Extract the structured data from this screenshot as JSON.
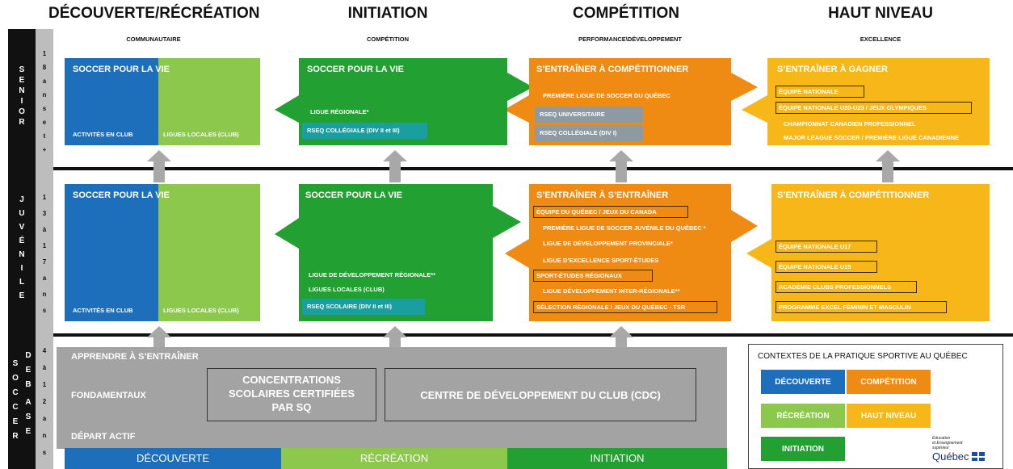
{
  "headers": {
    "col1": "DÉCOUVERTE/RÉCRÉATION",
    "col2": "INITIATION",
    "col3": "COMPÉTITION",
    "col4": "HAUT NIVEAU"
  },
  "subheaders": {
    "col1": "COMMUNAUTAIRE",
    "col2": "COMPÉTITION",
    "col3": "PERFORMANCE\\DÉVELOPPEMENT",
    "col4": "EXCELLENCE"
  },
  "rows": {
    "senior": {
      "label": [
        "S",
        "E",
        "N",
        "I",
        "O",
        "R"
      ],
      "age": [
        "1",
        "8",
        "a",
        "n",
        "s",
        "e",
        "t",
        "+"
      ]
    },
    "juvenile": {
      "label": [
        "J",
        "U",
        "V",
        "É",
        "N",
        "I",
        "L",
        "E"
      ],
      "age": [
        "1",
        "3",
        "à",
        "1",
        "7",
        "a",
        "n",
        "s"
      ]
    },
    "base": {
      "label1": [
        "S",
        "O",
        "C",
        "C",
        "E",
        "R"
      ],
      "label2": [
        "D",
        "E",
        "B",
        "A",
        "S",
        "E"
      ],
      "age": [
        "4",
        "à",
        "1",
        "2",
        "a",
        "n",
        "s"
      ]
    }
  },
  "senior": {
    "decouverte": {
      "title": "SOCCER POUR LA VIE",
      "left": "ACTIVITÉS EN CLUB",
      "right": "LIGUES LOCALES (CLUB)"
    },
    "initiation": {
      "title": "SOCCER POUR LA VIE",
      "item1": "LIGUE RÉGIONALE*",
      "item2": "RSEQ COLLÉGIALE (DIV II et III)"
    },
    "competition": {
      "title": "S’ENTRAÎNER À COMPÉTITIONNER",
      "item1": "PREMIÈRE LIGUE DE SOCCER DU QUÉBEC",
      "item2": "RSEQ UNIVERSITAIRE",
      "item3": "RSEQ COLLÉGIALE (DIV I)"
    },
    "haut": {
      "title": "S’ENTRAÎNER À GAGNER",
      "item1": "ÉQUIPE NATIONALE",
      "item2": "ÉQUIPE NATIONALE U20-U23 / JEUX OLYMPIQUES",
      "item3": "CHAMPIONNAT CANADIEN PROFESSIONNEL",
      "item4": "MAJOR LEAGUE SOCCER / PREMIÈRE LIGUE CANADIENNE"
    }
  },
  "juvenile": {
    "decouverte": {
      "title": "SOCCER POUR LA VIE",
      "left": "ACTIVITÉS EN CLUB",
      "right": "LIGUES LOCALES (CLUB)"
    },
    "initiation": {
      "title": "SOCCER POUR LA VIE",
      "item1": "LIGUE DE DÉVELOPPEMENT RÉGIONALE**",
      "item2": "LIGUES LOCALES (CLUB)",
      "item3": "RSEQ SCOLAIRE (DIV II et III)"
    },
    "competition": {
      "title": "S’ENTRAÎNER À S’ENTRAÎNER",
      "item1": "ÉQUIPE DU QUÉBEC / JEUX DU CANADA",
      "item2": "PREMIÈRE LIGUE DE SOCCER JUVÉNILE DU QUÉBEC *",
      "item3": "LIGUE DE DÉVELOPPEMENT PROVINCIALE*",
      "item4": "LIGUE D’EXCELLENCE SPORT-ÉTUDES",
      "item5": "SPORT-ÉTUDES RÉGIONAUX",
      "item6": "LIGUE DÉVELOPPEMENT INTER-RÉGIONALE**",
      "item7": "SÉLECTION RÉGIONALE / JEUX DU QUÉBEC - TSR"
    },
    "haut": {
      "title": "S’ENTRAÎNER À COMPÉTITIONNER",
      "item1": "ÉQUIPE NATIONALE U17",
      "item2": "ÉQUIPE NATIONALE U15",
      "item3": "ACADÉMIE CLUBS PROFESSIONNELS",
      "item4": "PROGRAMME EXCEL FÉMININ ET MASCULIN"
    }
  },
  "base": {
    "apprendre": "APPRENDRE À S’ENTRAÎNER",
    "fondamentaux": "FONDAMENTAUX",
    "depart": "DÉPART ACTIF",
    "concentrations": "CONCENTRATIONS SCOLAIRES CERTIFIÉES PAR SQ",
    "cdc": "CENTRE DE DÉVELOPPEMENT DU CLUB (CDC)",
    "ribbon1": "DÉCOUVERTE",
    "ribbon2": "RÉCRÉATION",
    "ribbon3": "INITIATION"
  },
  "legend": {
    "title": "CONTEXTES DE LA PRATIQUE SPORTIVE AU QUÉBEC",
    "decouverte": "DÉCOUVERTE",
    "competition": "COMPÉTITION",
    "recreation": "RÉCRÉATION",
    "haut": "HAUT NIVEAU",
    "initiation": "INITIATION",
    "logo_line1": "Éducation",
    "logo_line2": "et Enseignement",
    "logo_line3": "supérieur",
    "logo_main": "Québec"
  },
  "colors": {
    "decouverte": "#1e6fbb",
    "recreation": "#8cc84b",
    "initiation": "#22a032",
    "competition": "#ef8a12",
    "haut_niveau": "#f8b718",
    "teal": "#1a9fa0",
    "gray": "#a3a3a3"
  }
}
